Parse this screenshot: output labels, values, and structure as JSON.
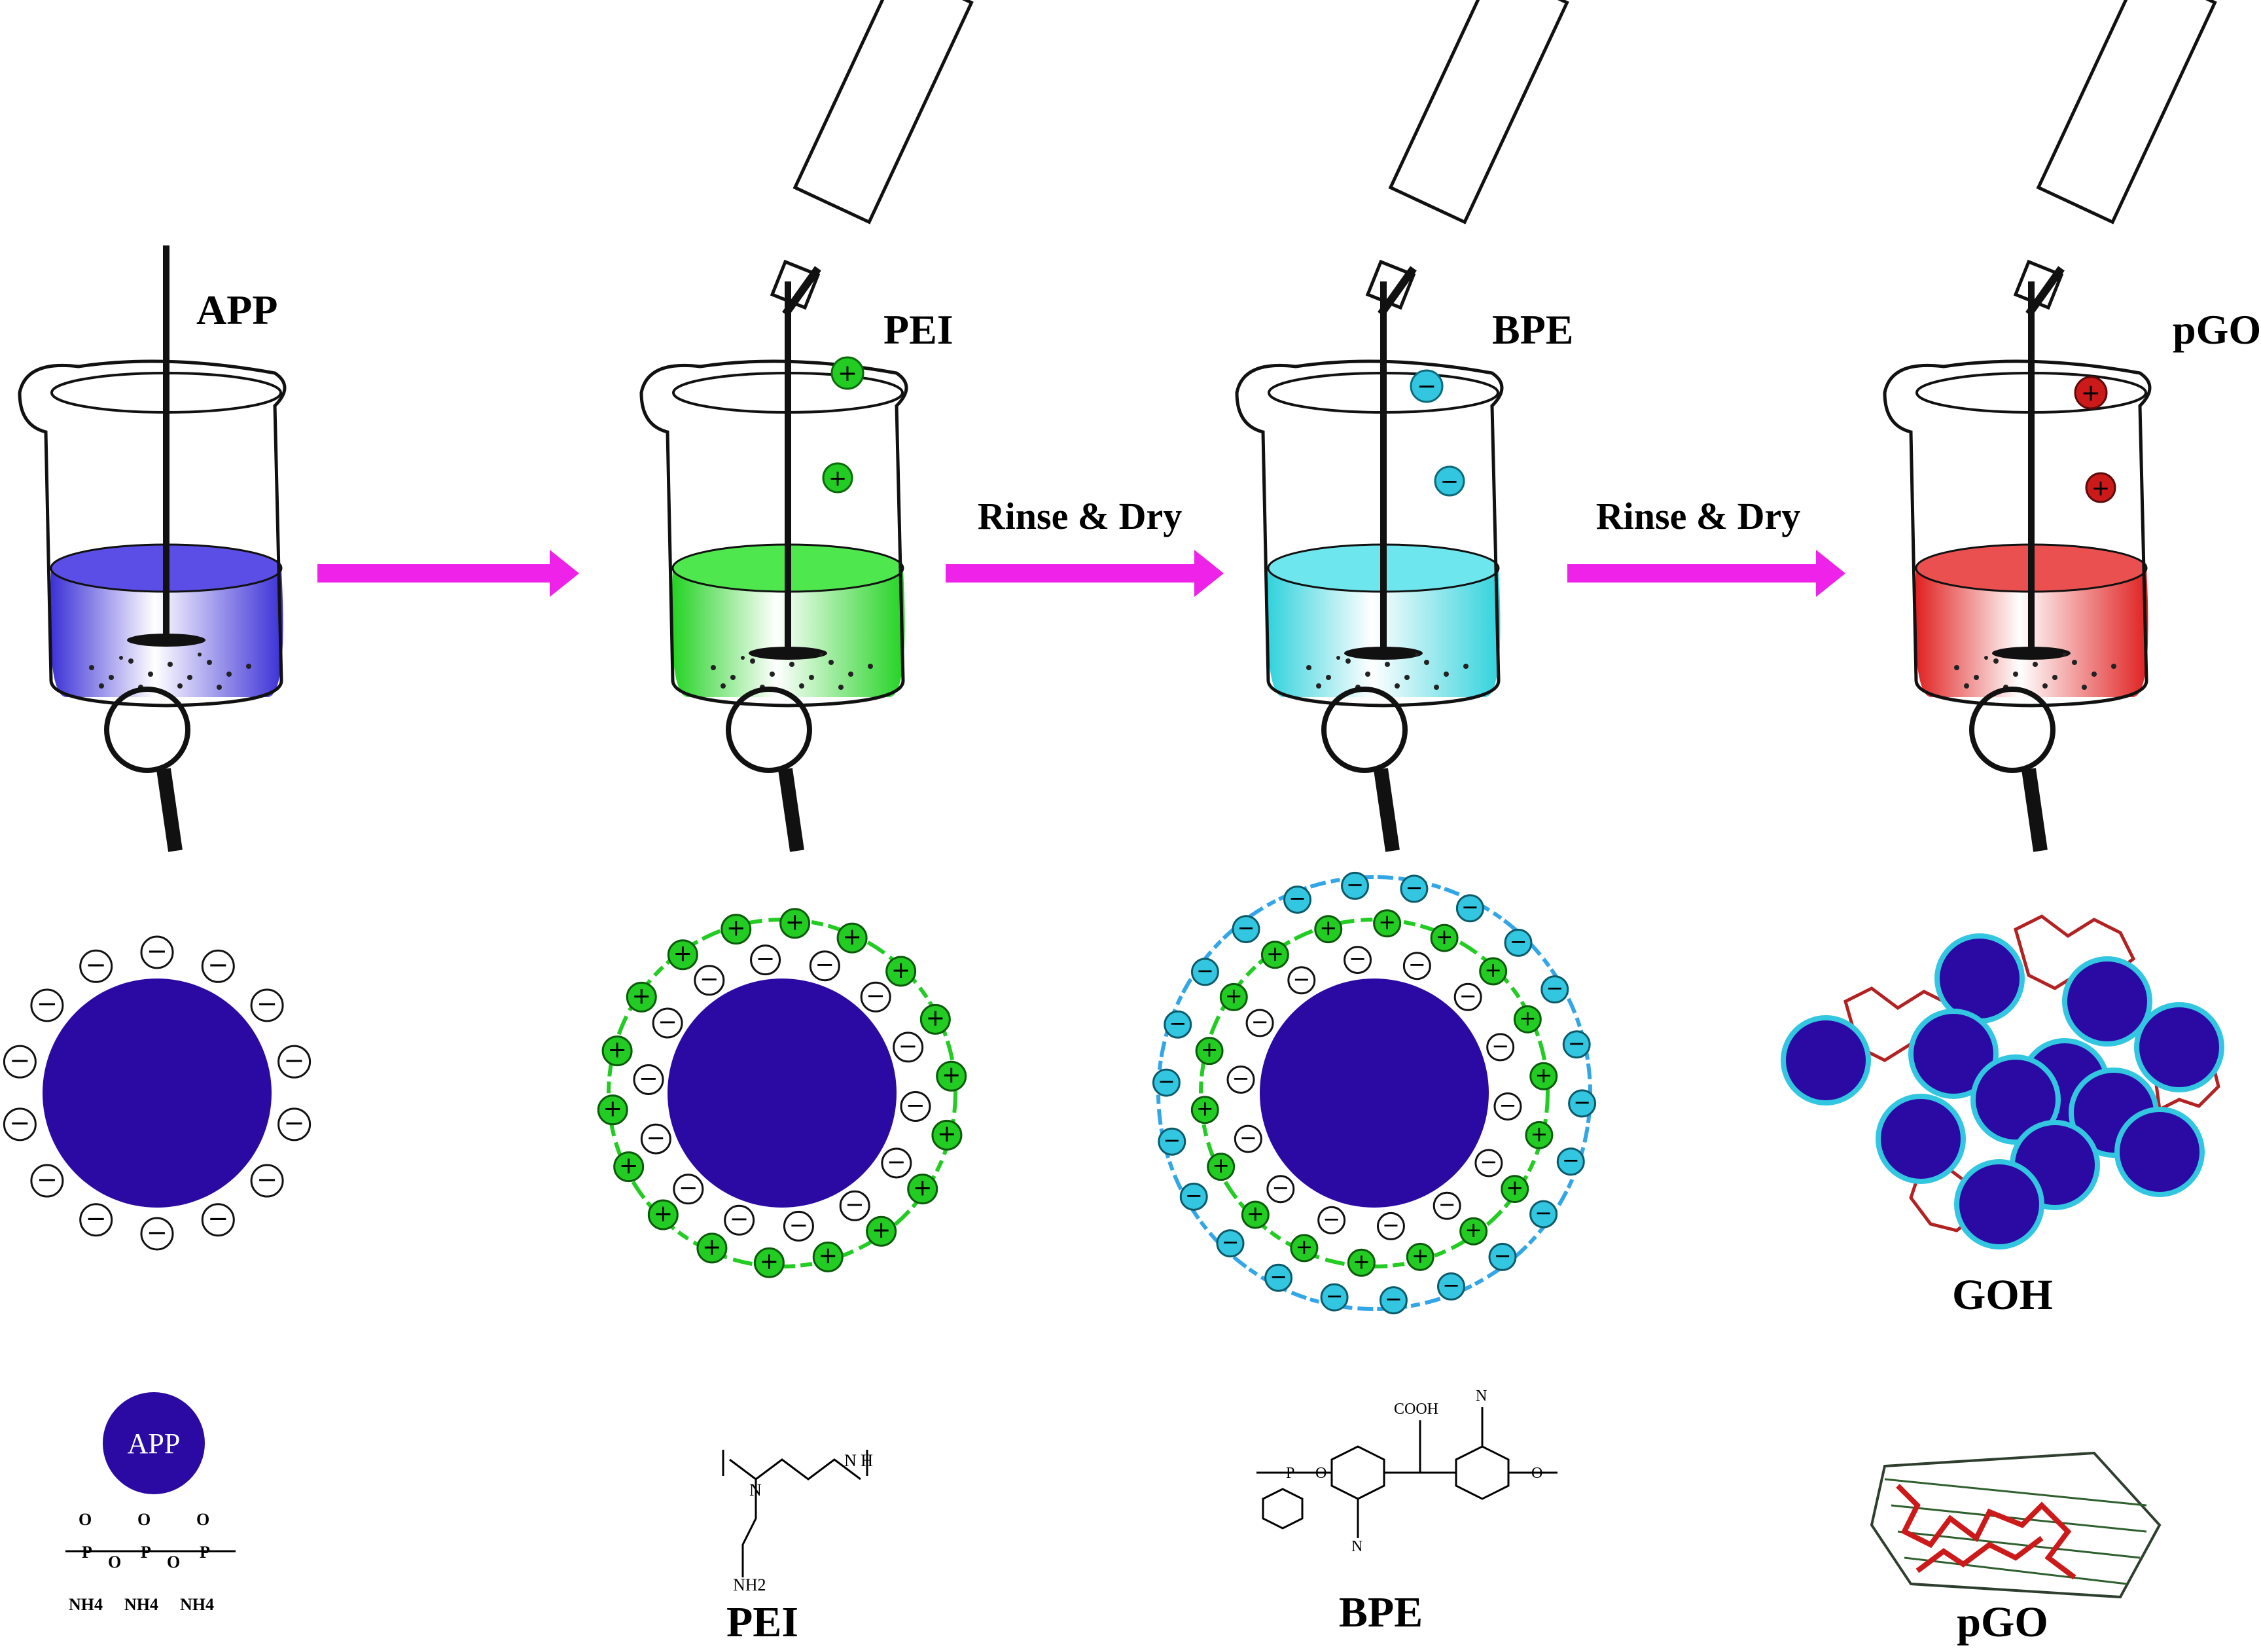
{
  "stages": [
    {
      "reagent_label": "APP",
      "liquid_color": "#3a2fd6",
      "ion": "none"
    },
    {
      "reagent_label": "PEI",
      "liquid_color": "#2fd72f",
      "ion": "+"
    },
    {
      "reagent_label": "BPE",
      "liquid_color": "#37d4dc",
      "ion": "-"
    },
    {
      "reagent_label": "pGO",
      "liquid_color": "#e02a2a",
      "ion": "+"
    }
  ],
  "arrows": [
    {
      "label": ""
    },
    {
      "label": "Rinse & Dry"
    },
    {
      "label": "Rinse & Dry"
    }
  ],
  "particles": {
    "core_color": "#2a0aa3",
    "goh_label": "GOH"
  },
  "structures": {
    "app_label": "APP",
    "app_formula": {
      "o": "O",
      "p": "P",
      "ammonium": "NH4"
    },
    "pei_label": "PEI",
    "pei_formula": {
      "nh": "N H",
      "n": "N",
      "nh2": "NH2"
    },
    "bpe_label": "BPE",
    "bpe_formula": {
      "cooh": "COOH",
      "p": "P",
      "o": "O",
      "n": "N"
    },
    "pgo_label": "pGO"
  },
  "colors": {
    "arrow": "#ee22e8",
    "pei_green": "#22cc22",
    "bpe_cyan": "#33c6e0",
    "pgo_red": "#cc1a1a"
  }
}
